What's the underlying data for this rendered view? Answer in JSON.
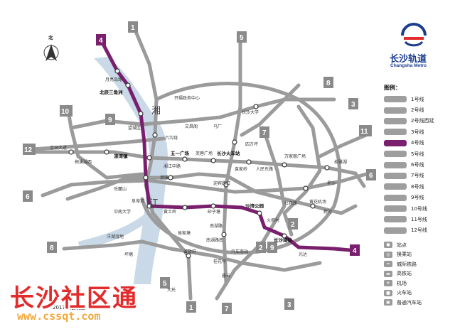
{
  "brand": {
    "name": "长沙轨道",
    "subtitle": "Changsha Metro"
  },
  "compass": {
    "label": "北"
  },
  "river": {
    "label_1": "湘",
    "label_2": "江"
  },
  "legend": {
    "title": "图例：",
    "lines": [
      {
        "label": "1号线",
        "color": "#9e9e9e"
      },
      {
        "label": "2号线",
        "color": "#9e9e9e"
      },
      {
        "label": "2号线西延",
        "color": "#9e9e9e"
      },
      {
        "label": "3号线",
        "color": "#9e9e9e"
      },
      {
        "label": "4号线",
        "color": "#7a1f6e"
      },
      {
        "label": "5号线",
        "color": "#9e9e9e"
      },
      {
        "label": "6号线",
        "color": "#9e9e9e"
      },
      {
        "label": "7号线",
        "color": "#9e9e9e"
      },
      {
        "label": "8号线",
        "color": "#9e9e9e"
      },
      {
        "label": "9号线",
        "color": "#9e9e9e"
      },
      {
        "label": "10号线",
        "color": "#9e9e9e"
      },
      {
        "label": "11号线",
        "color": "#9e9e9e"
      },
      {
        "label": "12号线",
        "color": "#9e9e9e"
      }
    ],
    "symbols": [
      {
        "label": "站点",
        "icon": "station-icon"
      },
      {
        "label": "换乘站",
        "icon": "interchange-icon"
      },
      {
        "label": "城际铁路",
        "icon": "intercity-rail-icon"
      },
      {
        "label": "高铁站",
        "icon": "high-speed-rail-icon"
      },
      {
        "label": "机场",
        "icon": "airport-icon"
      },
      {
        "label": "火车站",
        "icon": "train-station-icon"
      },
      {
        "label": "普通汽车站",
        "icon": "bus-station-icon"
      }
    ]
  },
  "line_badges": [
    {
      "id": "1",
      "text": "1"
    },
    {
      "id": "4n",
      "text": "4"
    },
    {
      "id": "4s",
      "text": "4"
    },
    {
      "id": "5n",
      "text": "5"
    },
    {
      "id": "5s",
      "text": "5"
    },
    {
      "id": "8",
      "text": "8"
    },
    {
      "id": "3",
      "text": "3"
    },
    {
      "id": "7",
      "text": "7"
    },
    {
      "id": "7s",
      "text": "7"
    },
    {
      "id": "10",
      "text": "10"
    },
    {
      "id": "9",
      "text": "9"
    },
    {
      "id": "11",
      "text": "11"
    },
    {
      "id": "12",
      "text": "12"
    },
    {
      "id": "6w",
      "text": "6"
    },
    {
      "id": "6e",
      "text": "6"
    },
    {
      "id": "8w",
      "text": "8"
    },
    {
      "id": "2e",
      "text": "2"
    },
    {
      "id": "2s",
      "text": "2"
    },
    {
      "id": "9s",
      "text": "9"
    },
    {
      "id": "1s",
      "text": "1"
    },
    {
      "id": "3s",
      "text": "3"
    }
  ],
  "stations": {
    "s1": "望城区",
    "s2": "月亮岛路",
    "s3": "开福政务中心",
    "s4": "马厂",
    "s5": "北辰三角洲",
    "s6": "长沙大学",
    "s7": "四方坪",
    "s8": "六沟垅",
    "s9": "文昌阁",
    "s10": "湘雅",
    "s11": "溁湾镇",
    "s12": "湘江中路",
    "s13": "五一广场",
    "s14": "芙蓉广场",
    "s15": "迎宾路口",
    "s16": "袁家岭",
    "s17": "长沙火车站",
    "s18": "人民东路",
    "s19": "万家丽广场",
    "s20": "杜花路",
    "s21": "长沙南站",
    "s22": "黄土岭",
    "s23": "砂子塘",
    "s24": "沙湾公园",
    "s25": "火炬村",
    "s26": "侯家塘",
    "s27": "南湖路",
    "s28": "省政府",
    "s29": "大托",
    "s30": "桂花坪",
    "s31": "金洲大道",
    "s32": "梅溪湖西",
    "s33": "岳麓山",
    "s34": "阜埠河",
    "s35": "中南大学",
    "s36": "洋湖湿地",
    "s37": "坪塘",
    "s38": "黄花机场",
    "s39": "星沙",
    "s40": "光达",
    "s41": "汽车南站",
    "s42": "暮云",
    "s43": "南湖路南",
    "s44": "新河",
    "s45": "松雅湖"
  },
  "edition": "2017年版制图",
  "watermark": {
    "title": "长沙社区通",
    "url": "www.cssqt.com"
  }
}
